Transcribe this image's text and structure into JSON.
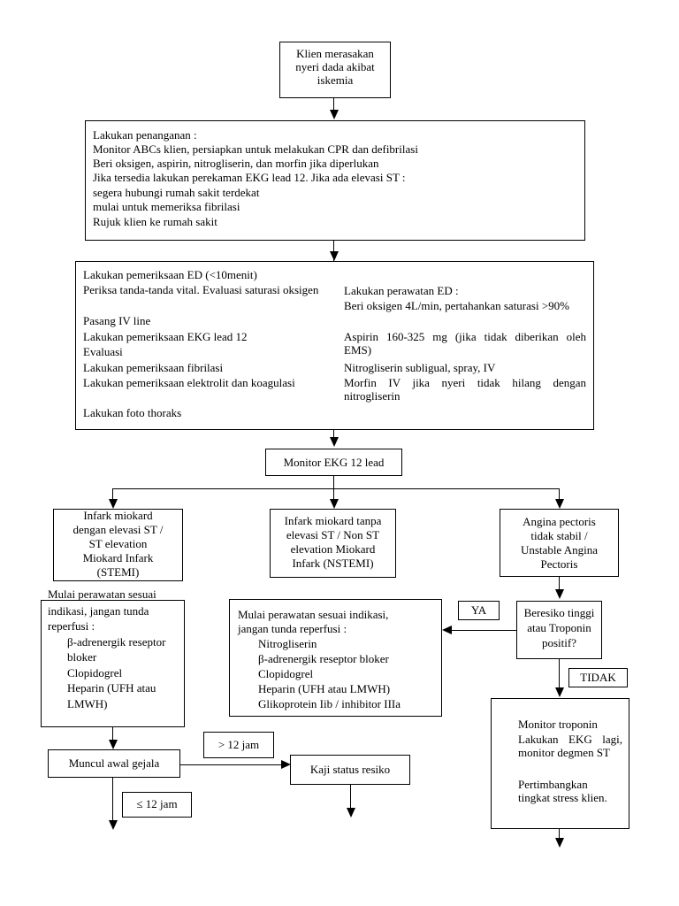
{
  "start": {
    "lines": [
      "Klien merasakan",
      "nyeri dada akibat",
      "iskemia"
    ]
  },
  "penanganan": {
    "lines": [
      "Lakukan penanganan :",
      "Monitor ABCs klien, persiapkan untuk melakukan CPR dan defibrilasi",
      "Beri oksigen, aspirin, nitrogliserin, dan morfin jika diperlukan",
      "Jika tersedia lakukan perekaman EKG lead 12. Jika ada elevasi ST :",
      "segera hubungi rumah sakit terdekat",
      "mulai untuk memeriksa fibrilasi",
      "Rujuk klien ke rumah sakit"
    ]
  },
  "pemeriksaan_ed": {
    "lines": [
      "Lakukan pemeriksaan ED (<10menit)",
      "Periksa tanda-tanda vital. Evaluasi saturasi oksigen",
      "Pasang IV line",
      "Lakukan pemeriksaan EKG lead 12",
      "Evaluasi",
      "Lakukan pemeriksaan fibrilasi",
      "Lakukan pemeriksaan elektrolit dan koagulasi",
      "Lakukan foto thoraks"
    ]
  },
  "perawatan_ed": {
    "lines": [
      "Lakukan perawatan ED :",
      "Beri oksigen 4L/min, pertahankan saturasi >90%",
      "Aspirin 160-325 mg (jika tidak diberikan oleh EMS)",
      "Nitrogliserin subligual, spray, IV",
      "Morfin IV jika nyeri tidak hilang dengan nitrogliserin"
    ]
  },
  "monitor_ekg": {
    "label": "Monitor EKG 12 lead"
  },
  "stemi": {
    "lines": [
      "Infark miokard",
      "dengan elevasi ST /",
      "ST elevation",
      "Miokard Infark",
      "(STEMI)"
    ]
  },
  "nstemi": {
    "lines": [
      "Infark miokard tanpa",
      "elevasi ST / Non ST",
      "elevation Miokard",
      "Infark (NSTEMI)"
    ]
  },
  "angina": {
    "lines": [
      "Angina pectoris",
      "tidak stabil /",
      "Unstable Angina",
      "Pectoris"
    ]
  },
  "stemi_care": {
    "lines": [
      "Mulai perawatan sesuai",
      "indikasi, jangan tunda",
      "reperfusi :",
      "β-adrenergik reseptor",
      "bloker",
      "Clopidogrel",
      "Heparin (UFH atau",
      "LMWH)"
    ]
  },
  "nstemi_care": {
    "lines": [
      "Mulai perawatan sesuai indikasi,",
      "jangan tunda reperfusi :",
      "Nitrogliserin",
      "β-adrenergik reseptor bloker",
      "Clopidogrel",
      "Heparin (UFH atau LMWH)",
      "Glikoprotein Iib / inhibitor IIIa"
    ]
  },
  "risk": {
    "lines": [
      "Beresiko tinggi",
      "atau Troponin",
      "positif?"
    ]
  },
  "labels": {
    "ya": "YA",
    "tidak": "TIDAK",
    "gt12": "> 12 jam",
    "le12": "≤ 12 jam"
  },
  "onset": {
    "label": "Muncul awal gejala"
  },
  "kaji": {
    "label": "Kaji status resiko"
  },
  "monitor_troponin": {
    "lines": [
      "Monitor troponin",
      "Lakukan EKG lagi, monitor degmen ST",
      "Pertimbangkan tingkat stress klien."
    ]
  }
}
